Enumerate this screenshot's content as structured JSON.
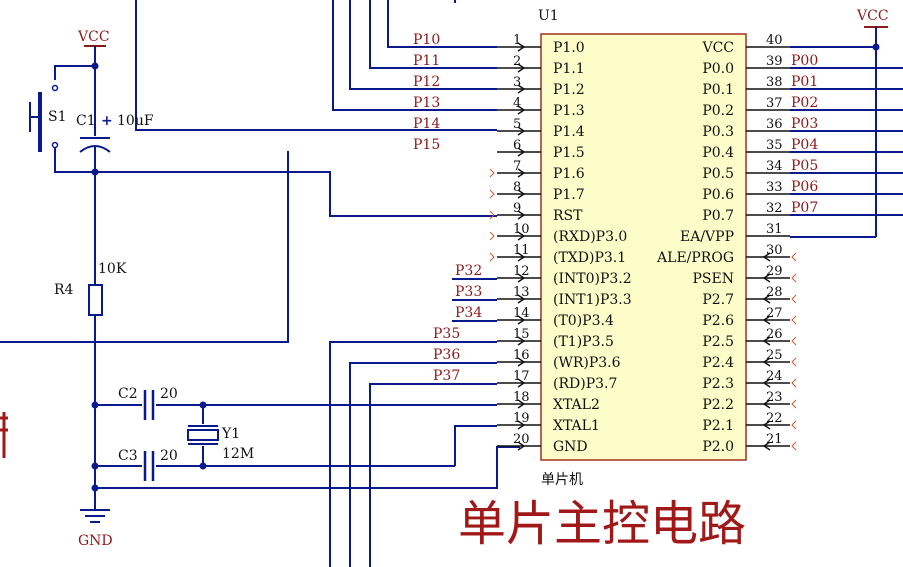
{
  "title": "单片主控电路",
  "chip": {
    "ref": "U1",
    "desc": "单片机",
    "left_pins": [
      {
        "num": "1",
        "name": "P1.0",
        "net": "P10"
      },
      {
        "num": "2",
        "name": "P1.1",
        "net": "P11"
      },
      {
        "num": "3",
        "name": "P1.2",
        "net": "P12"
      },
      {
        "num": "4",
        "name": "P1.3",
        "net": "P13"
      },
      {
        "num": "5",
        "name": "P1.4",
        "net": "P14"
      },
      {
        "num": "6",
        "name": "P1.5",
        "net": "P15"
      },
      {
        "num": "7",
        "name": "P1.6",
        "net": ""
      },
      {
        "num": "8",
        "name": "P1.7",
        "net": ""
      },
      {
        "num": "9",
        "name": "RST",
        "net": ""
      },
      {
        "num": "10",
        "name": "(RXD)P3.0",
        "net": ""
      },
      {
        "num": "11",
        "name": "(TXD)P3.1",
        "net": ""
      },
      {
        "num": "12",
        "name": "(INT0)P3.2",
        "net": "P32"
      },
      {
        "num": "13",
        "name": "(INT1)P3.3",
        "net": "P33"
      },
      {
        "num": "14",
        "name": "(T0)P3.4",
        "net": "P34"
      },
      {
        "num": "15",
        "name": "(T1)P3.5",
        "net": "P35"
      },
      {
        "num": "16",
        "name": "(WR)P3.6",
        "net": "P36"
      },
      {
        "num": "17",
        "name": "(RD)P3.7",
        "net": "P37"
      },
      {
        "num": "18",
        "name": "XTAL2",
        "net": ""
      },
      {
        "num": "19",
        "name": "XTAL1",
        "net": ""
      },
      {
        "num": "20",
        "name": "GND",
        "net": ""
      }
    ],
    "right_pins": [
      {
        "num": "40",
        "name": "VCC",
        "net": ""
      },
      {
        "num": "39",
        "name": "P0.0",
        "net": "P00"
      },
      {
        "num": "38",
        "name": "P0.1",
        "net": "P01"
      },
      {
        "num": "37",
        "name": "P0.2",
        "net": "P02"
      },
      {
        "num": "36",
        "name": "P0.3",
        "net": "P03"
      },
      {
        "num": "35",
        "name": "P0.4",
        "net": "P04"
      },
      {
        "num": "34",
        "name": "P0.5",
        "net": "P05"
      },
      {
        "num": "33",
        "name": "P0.6",
        "net": "P06"
      },
      {
        "num": "32",
        "name": "P0.7",
        "net": "P07"
      },
      {
        "num": "31",
        "name": "EA/VPP",
        "net": ""
      },
      {
        "num": "30",
        "name": "ALE/PROG",
        "net": ""
      },
      {
        "num": "29",
        "name": "PSEN",
        "net": ""
      },
      {
        "num": "28",
        "name": "P2.7",
        "net": ""
      },
      {
        "num": "27",
        "name": "P2.6",
        "net": ""
      },
      {
        "num": "26",
        "name": "P2.5",
        "net": ""
      },
      {
        "num": "25",
        "name": "P2.4",
        "net": ""
      },
      {
        "num": "24",
        "name": "P2.3",
        "net": ""
      },
      {
        "num": "23",
        "name": "P2.2",
        "net": ""
      },
      {
        "num": "22",
        "name": "P2.1",
        "net": ""
      },
      {
        "num": "21",
        "name": "P2.0",
        "net": ""
      }
    ]
  },
  "components": {
    "s1_ref": "S1",
    "c1_ref": "C1",
    "c1_plus": "+",
    "c1_val": "10uF",
    "r4_ref": "R4",
    "r4_val": "10K",
    "c2_ref": "C2",
    "c2_val": "20",
    "c3_ref": "C3",
    "c3_val": "20",
    "y1_ref": "Y1",
    "y1_val": "12M"
  },
  "power": {
    "vcc_left": "VCC",
    "vcc_right": "VCC",
    "gnd": "GND"
  },
  "colors": {
    "wire": "#0a1a8c",
    "chip_fill": "#fefcc8",
    "chip_border": "#a03020",
    "net_label": "#8b1a1a",
    "title": "#a01818"
  }
}
